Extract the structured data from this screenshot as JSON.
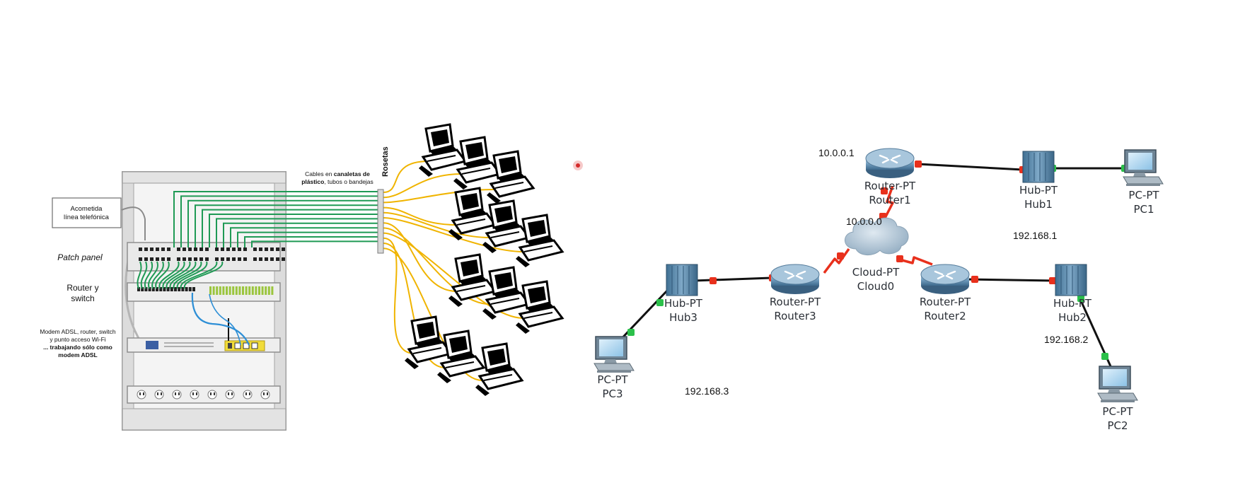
{
  "left_figure": {
    "acometida": [
      "Acometida",
      "línea telefónica"
    ],
    "patch_panel": "Patch panel",
    "router_switch": [
      "Router y",
      "switch"
    ],
    "modem_text": [
      "Modem ADSL, router, switch",
      "y punto acceso Wi-Fi"
    ],
    "modem_bold": [
      "... trabajando sólo como",
      "modem ADSL"
    ],
    "cables_caption": {
      "l1a": "Cables en ",
      "l1b": "canaletas de",
      "l2a": "plástico",
      "l2b": ", tubos o bandejas"
    },
    "rosetas": "Rosetas"
  },
  "right_figure": {
    "devices": {
      "router1": {
        "type": "Router-PT",
        "name": "Router1"
      },
      "router2": {
        "type": "Router-PT",
        "name": "Router2"
      },
      "router3": {
        "type": "Router-PT",
        "name": "Router3"
      },
      "cloud0": {
        "type": "Cloud-PT",
        "name": "Cloud0"
      },
      "hub1": {
        "type": "Hub-PT",
        "name": "Hub1"
      },
      "hub2": {
        "type": "Hub-PT",
        "name": "Hub2"
      },
      "hub3": {
        "type": "Hub-PT",
        "name": "Hub3"
      },
      "pc1": {
        "type": "PC-PT",
        "name": "PC1"
      },
      "pc2": {
        "type": "PC-PT",
        "name": "PC2"
      },
      "pc3": {
        "type": "PC-PT",
        "name": "PC3"
      }
    },
    "networks": {
      "router1_ip": "10.0.0.1",
      "cloud_net": "10.0.0.0",
      "lan1": "192.168.1",
      "lan2": "192.168.2",
      "lan3": "192.168.3"
    }
  },
  "colors": {
    "patch_green": "#1f9a55",
    "drop_yellow": "#f0b400",
    "wan_red": "#e8301c",
    "link_dot": "#e8301c",
    "lan_dot": "#2bc04a"
  }
}
